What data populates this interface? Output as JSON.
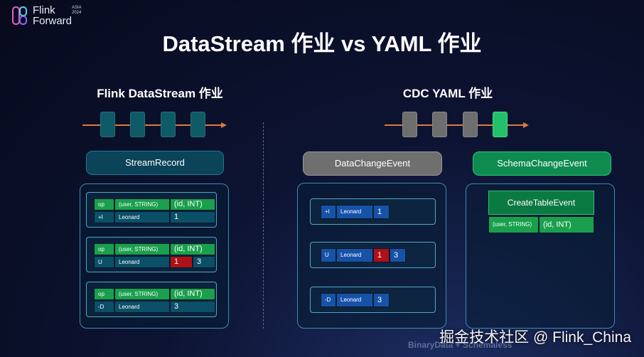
{
  "logo": {
    "line1": "Flink",
    "line2": "Forward",
    "asia": "ASIA",
    "year": "2024"
  },
  "title": "DataStream 作业 vs YAML 作业",
  "left": {
    "heading": "Flink DataStream 作业",
    "stream_label": "StreamRecord",
    "records": [
      {
        "header": [
          "op",
          "(user, STRING)",
          "(id, INT)"
        ],
        "row": [
          "+I",
          "Leonard",
          "1"
        ]
      },
      {
        "header": [
          "op",
          "(user, STRING)",
          "(id, INT)"
        ],
        "row": [
          "U",
          "Leonard",
          "1",
          "3"
        ]
      },
      {
        "header": [
          "op",
          "(user, STRING)",
          "(id, INT)"
        ],
        "row": [
          "-D",
          "Leonard",
          "3"
        ]
      }
    ]
  },
  "right": {
    "heading": "CDC YAML 作业",
    "data_label": "DataChangeEvent",
    "schema_label": "SchemaChangeEvent",
    "events": [
      [
        "+I",
        "Leonard",
        "1"
      ],
      [
        "U",
        "Leonard",
        "1",
        "3"
      ],
      [
        "-D",
        "Leonard",
        "3"
      ]
    ],
    "create_table": {
      "title": "CreateTableEvent",
      "cols": [
        "(user, STRING)",
        "(id, INT)"
      ]
    },
    "caption": "BinaryData + Schemaless"
  },
  "watermark": "掘金技术社区 @ Flink_China",
  "colors": {
    "green": "#1aa04d",
    "teal": "#0b4f69",
    "blue": "#1652a8",
    "red": "#b01018",
    "orange": "#e07a3a"
  }
}
